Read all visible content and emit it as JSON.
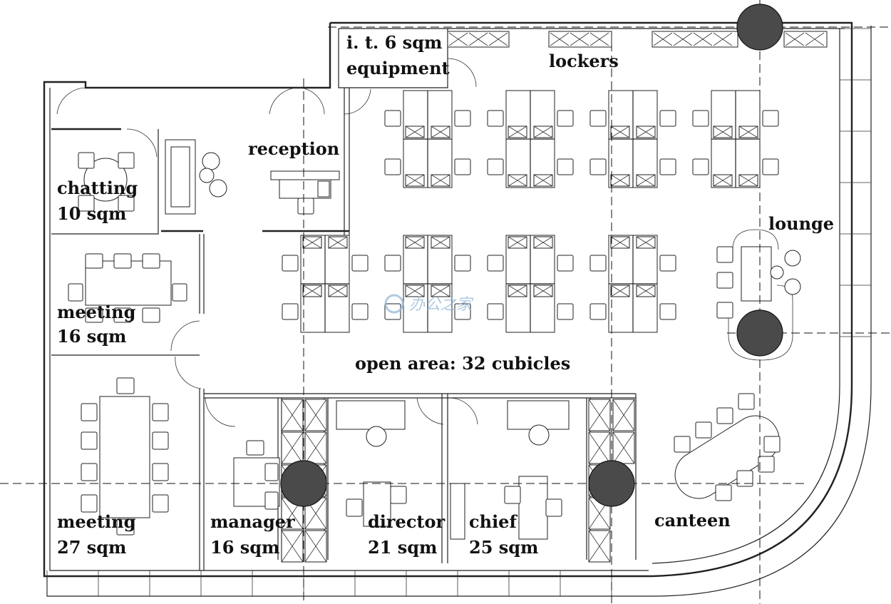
{
  "rooms": {
    "it": {
      "line1": "i. t. 6 sqm",
      "line2": "equipment"
    },
    "lockers": "lockers",
    "reception": "reception",
    "chatting": {
      "name": "chatting",
      "area": "10 sqm"
    },
    "meeting_small": {
      "name": "meeting",
      "area": "16 sqm"
    },
    "meeting_large": {
      "name": "meeting",
      "area": "27 sqm"
    },
    "manager": {
      "name": "manager",
      "area": "16 sqm"
    },
    "director": {
      "name": "director",
      "area": "21 sqm"
    },
    "chief": {
      "name": "chief",
      "area": "25 sqm"
    },
    "canteen": "canteen",
    "lounge": "lounge",
    "open_area": "open area: 32 cubicles"
  },
  "watermark": "办公之家",
  "colors": {
    "wall": "#222222",
    "column": "#4a4a4a",
    "watermark": "#8fb4d6"
  }
}
